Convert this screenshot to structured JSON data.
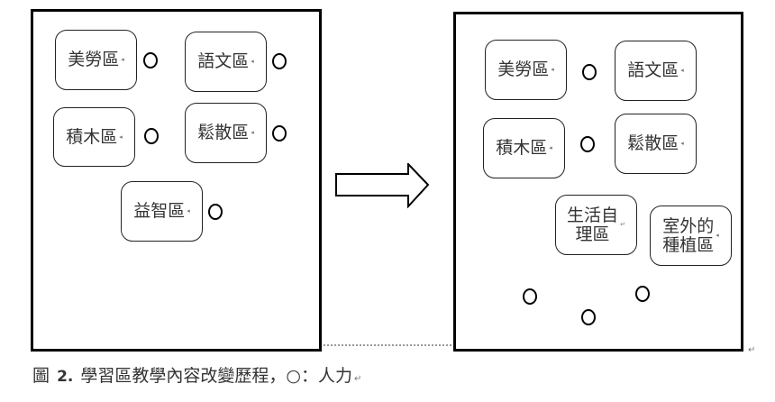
{
  "before": {
    "zones": [
      {
        "label": "美勞區",
        "mark": "◂"
      },
      {
        "label": "語文區",
        "mark": "◂"
      },
      {
        "label": "積木區",
        "mark": "◂"
      },
      {
        "label": "鬆散區",
        "mark": "◂"
      },
      {
        "label": "益智區",
        "mark": "◂"
      }
    ],
    "staff_symbol": "○",
    "staff_count": 5
  },
  "after": {
    "zones": [
      {
        "label": "美勞區",
        "mark": "◂"
      },
      {
        "label": "語文區",
        "mark": "◂"
      },
      {
        "label": "積木區",
        "mark": "◂"
      },
      {
        "label": "鬆散區",
        "mark": "◂"
      },
      {
        "label": "生活自\n理區",
        "mark": "↵"
      },
      {
        "label": "室外的\n種植區",
        "mark": "◂"
      }
    ],
    "staff_count": 5
  },
  "arrow": {
    "direction": "right",
    "meaning": "transition"
  },
  "caption": {
    "prefix": "圖",
    "number": "2.",
    "text": "學習區教學內容改變歷程，○：人力",
    "end_mark": "↵"
  },
  "paragraph_mark": "↵"
}
